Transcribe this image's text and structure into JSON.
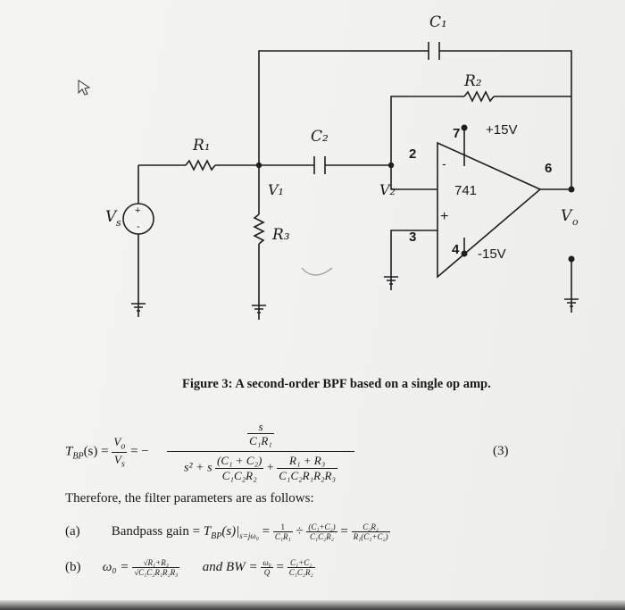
{
  "circuit": {
    "labels": {
      "c1": "C₁",
      "c2": "C₂",
      "r1": "R₁",
      "r2": "R₂",
      "r3": "R₃",
      "v1": "V₁",
      "v2": "V₂",
      "vs": "V",
      "vs_sub": "s",
      "vo": "V",
      "vo_sub": "o",
      "opamp": "741",
      "pin2": "2",
      "pin3": "3",
      "pin4": "4",
      "pin6": "6",
      "pin7": "7",
      "vplus": "+15V",
      "vminus": "-15V",
      "inv": "-",
      "noninv": "+",
      "src_plus": "+",
      "src_minus": "-"
    }
  },
  "caption": "Figure 3: A second-order BPF based on a single op amp.",
  "equation": {
    "lhs": "T",
    "lhs_sub": "BP",
    "lhs_arg": "(s) =",
    "ratio_num": "V",
    "ratio_num_sub": "o",
    "ratio_den": "V",
    "ratio_den_sub": "s",
    "eq_minus": "= −",
    "main_num_top": "s",
    "main_num_bottom": "C₁R₁",
    "den_s2": "s² + s",
    "den_frac1_num": "(C₁ + C₂)",
    "den_frac1_den": "C₁C₂R₂",
    "den_plus": "+",
    "den_frac2_num": "R₁ + R₃",
    "den_frac2_den": "C₁C₂R₁R₂R₃",
    "number": "(3)"
  },
  "therefore": "Therefore, the filter parameters are as follows:",
  "item_a": {
    "label": "(a)",
    "text": "Bandpass gain = ",
    "tbp": "T",
    "tbp_sub": "BP",
    "tbp_arg": "(s)|",
    "tbp_eval": "s=jω₀",
    "eq1": "=",
    "f1_num": "1",
    "f1_den": "C₁R₁",
    "div": "÷",
    "f2_num": "(C₁+C₂)",
    "f2_den": "C₁C₂R₂",
    "eq2": "=",
    "f3_num": "C₂R₂",
    "f3_den": "R₁(C₁+C₂)"
  },
  "item_b": {
    "label": "(b)",
    "w0": "ω₀ =",
    "w0_num": "√R₁+R₃",
    "w0_den": "√C₁C₂R₁R₂R₃",
    "and_bw": "and  BW =",
    "bw_num": "ω₀",
    "bw_den": "Q",
    "eq": "=",
    "bw2_num": "C₁+C₂",
    "bw2_den": "C₁C₂R₂"
  }
}
